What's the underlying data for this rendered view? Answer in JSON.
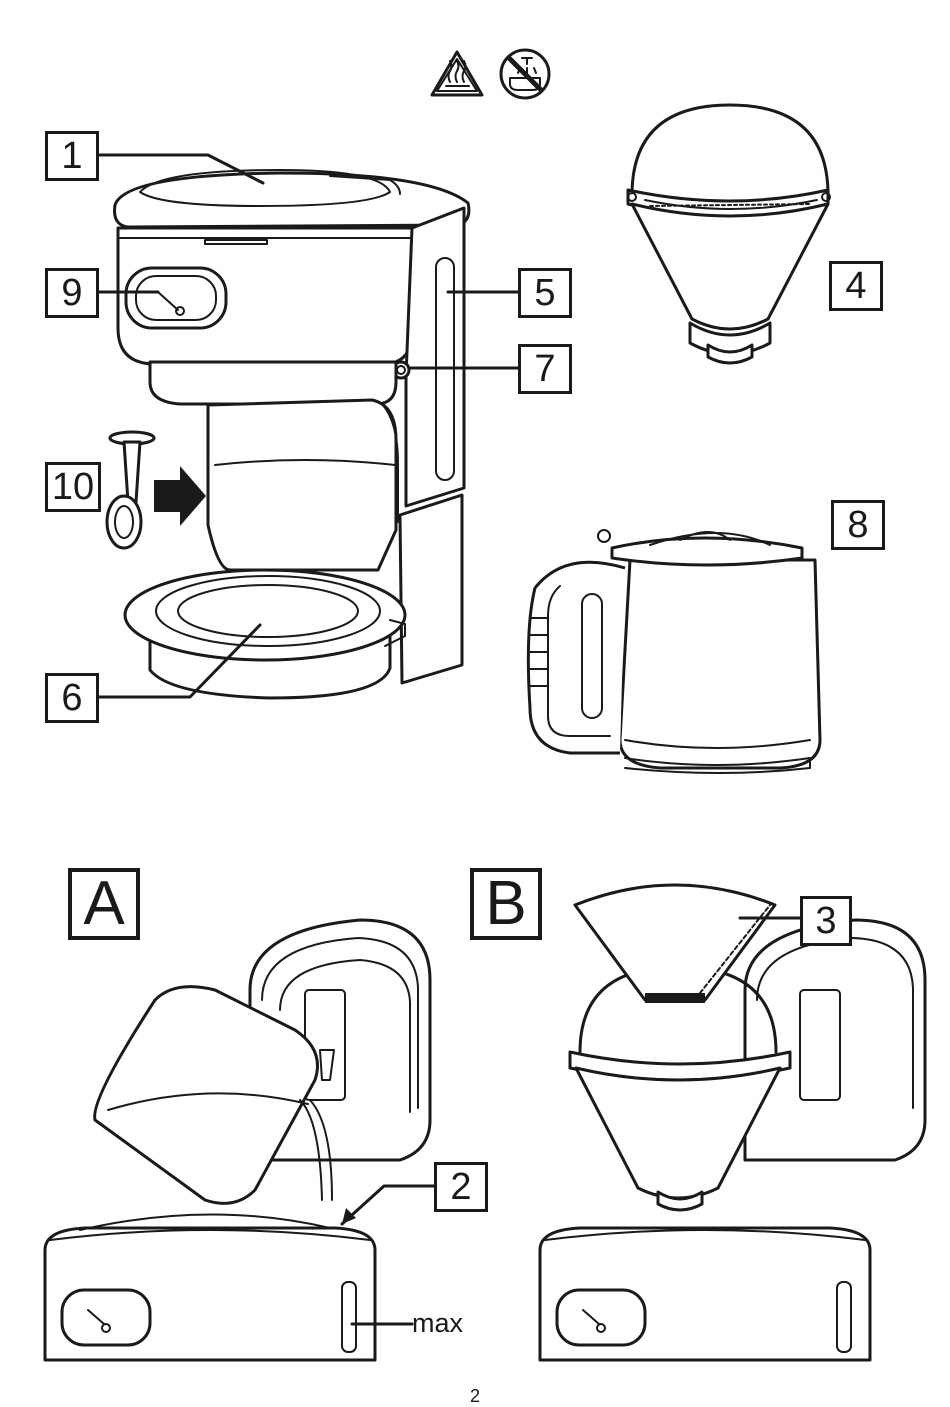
{
  "warnings": [
    {
      "icon": "hot-surface-warning-icon"
    },
    {
      "icon": "no-water-immersion-icon"
    }
  ],
  "parts": {
    "p1": "1",
    "p2": "2",
    "p3": "3",
    "p4": "4",
    "p5": "5",
    "p6": "6",
    "p7": "7",
    "p8": "8",
    "p9": "9",
    "p10": "10"
  },
  "steps": {
    "a": "A",
    "b": "B"
  },
  "max_label": "max",
  "page_number": "2"
}
